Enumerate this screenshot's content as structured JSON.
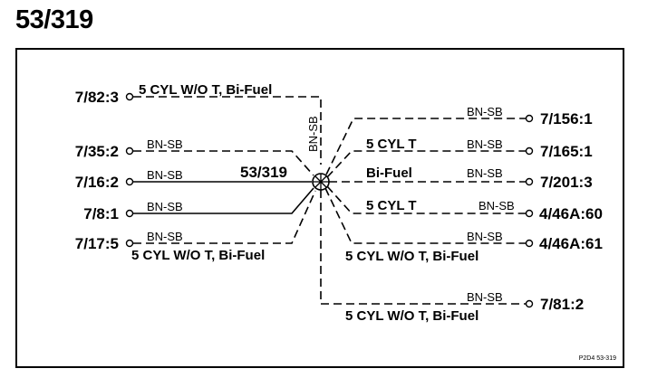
{
  "title": "53/319",
  "splice": {
    "label": "53/319"
  },
  "left_connections": [
    {
      "node": "7/82:3",
      "wire": "",
      "variant": "5 CYL W/O T, Bi-Fuel",
      "style": "dashed"
    },
    {
      "node": "7/35:2",
      "wire": "BN-SB",
      "variant": "",
      "style": "dashed"
    },
    {
      "node": "7/16:2",
      "wire": "BN-SB",
      "variant": "",
      "style": "solid"
    },
    {
      "node": "7/8:1",
      "wire": "BN-SB",
      "variant": "",
      "style": "solid"
    },
    {
      "node": "7/17:5",
      "wire": "BN-SB",
      "variant": "5 CYL W/O T, Bi-Fuel",
      "style": "dashed"
    }
  ],
  "vertical_wire": {
    "wire": "BN-SB"
  },
  "right_connections": [
    {
      "node": "7/156:1",
      "wire": "BN-SB",
      "variant": "",
      "style": "dashed"
    },
    {
      "node": "7/165:1",
      "wire": "BN-SB",
      "variant": "5 CYL T",
      "style": "dashed"
    },
    {
      "node": "7/201:3",
      "wire": "BN-SB",
      "variant": "Bi-Fuel",
      "style": "dashed"
    },
    {
      "node": "4/46A:60",
      "wire": "BN-SB",
      "variant": "5 CYL T",
      "style": "dashed"
    },
    {
      "node": "4/46A:61",
      "wire": "BN-SB",
      "variant": "5 CYL W/O T, Bi-Fuel",
      "style": "dashed"
    },
    {
      "node": "7/81:2",
      "wire": "BN-SB",
      "variant": "5 CYL W/O T, Bi-Fuel",
      "style": "dashed"
    }
  ],
  "reference": "P2D4  53-319"
}
